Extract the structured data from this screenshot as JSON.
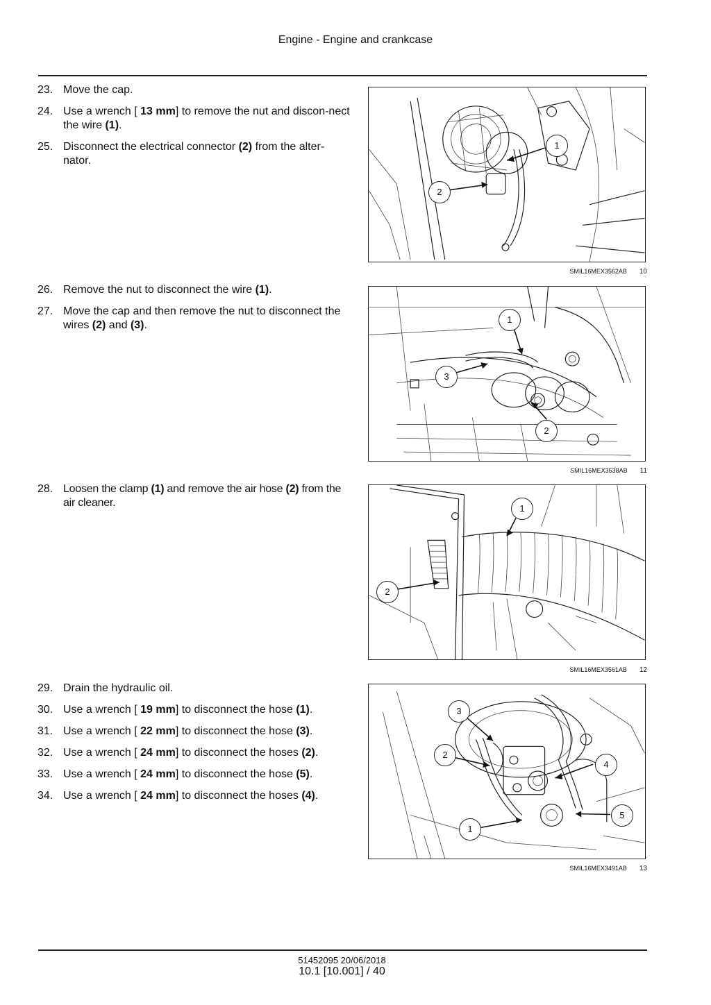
{
  "header": {
    "title": "Engine - Engine and crankcase"
  },
  "sections": [
    {
      "steps": [
        {
          "num": "23.",
          "parts": [
            {
              "t": "Move the cap."
            }
          ]
        },
        {
          "num": "24.",
          "parts": [
            {
              "t": "Use a wrench [ "
            },
            {
              "t": "13 mm",
              "b": true
            },
            {
              "t": "] to remove the nut and discon-­nect the wire "
            },
            {
              "t": "(1)",
              "b": true
            },
            {
              "t": "."
            }
          ]
        },
        {
          "num": "25.",
          "parts": [
            {
              "t": "Disconnect the electrical connector "
            },
            {
              "t": "(2)",
              "b": true
            },
            {
              "t": " from the alter-nator."
            }
          ]
        }
      ],
      "figure": {
        "code": "SMIL16MEX3562AB",
        "number": "10",
        "callouts": [
          "1",
          "2"
        ]
      }
    },
    {
      "steps": [
        {
          "num": "26.",
          "parts": [
            {
              "t": "Remove the nut to disconnect the wire "
            },
            {
              "t": "(1)",
              "b": true
            },
            {
              "t": "."
            }
          ]
        },
        {
          "num": "27.",
          "parts": [
            {
              "t": "Move the cap and then remove the nut to disconnect the wires "
            },
            {
              "t": "(2)",
              "b": true
            },
            {
              "t": " and "
            },
            {
              "t": "(3)",
              "b": true
            },
            {
              "t": "."
            }
          ]
        }
      ],
      "figure": {
        "code": "SMIL16MEX3538AB",
        "number": "11",
        "callouts": [
          "1",
          "2",
          "3"
        ]
      }
    },
    {
      "steps": [
        {
          "num": "28.",
          "parts": [
            {
              "t": "Loosen the clamp "
            },
            {
              "t": "(1)",
              "b": true
            },
            {
              "t": " and remove the air hose "
            },
            {
              "t": "(2)",
              "b": true
            },
            {
              "t": " from the air cleaner."
            }
          ]
        }
      ],
      "figure": {
        "code": "SMIL16MEX3561AB",
        "number": "12",
        "callouts": [
          "1",
          "2"
        ]
      }
    },
    {
      "steps": [
        {
          "num": "29.",
          "parts": [
            {
              "t": "Drain the hydraulic oil."
            }
          ]
        },
        {
          "num": "30.",
          "parts": [
            {
              "t": "Use a wrench [ "
            },
            {
              "t": "19 mm",
              "b": true
            },
            {
              "t": "] to disconnect the hose "
            },
            {
              "t": "(1)",
              "b": true
            },
            {
              "t": "."
            }
          ]
        },
        {
          "num": "31.",
          "parts": [
            {
              "t": "Use a wrench [ "
            },
            {
              "t": "22 mm",
              "b": true
            },
            {
              "t": "] to disconnect the hose "
            },
            {
              "t": "(3)",
              "b": true
            },
            {
              "t": "."
            }
          ]
        },
        {
          "num": "32.",
          "parts": [
            {
              "t": "Use a wrench [ "
            },
            {
              "t": "24 mm",
              "b": true
            },
            {
              "t": "] to disconnect the hoses "
            },
            {
              "t": "(2)",
              "b": true
            },
            {
              "t": "."
            }
          ]
        },
        {
          "num": "33.",
          "parts": [
            {
              "t": "Use a wrench [ "
            },
            {
              "t": "24 mm",
              "b": true
            },
            {
              "t": "] to disconnect the hose "
            },
            {
              "t": "(5)",
              "b": true
            },
            {
              "t": "."
            }
          ]
        },
        {
          "num": "34.",
          "parts": [
            {
              "t": "Use a wrench [ "
            },
            {
              "t": "24 mm",
              "b": true
            },
            {
              "t": "] to disconnect the hoses "
            },
            {
              "t": "(4)",
              "b": true
            },
            {
              "t": "."
            }
          ]
        }
      ],
      "figure": {
        "code": "SMIL16MEX3491AB",
        "number": "13",
        "callouts": [
          "1",
          "2",
          "3",
          "4",
          "5"
        ]
      }
    }
  ],
  "footer": {
    "doc": "51452095 20/06/2018",
    "page": "10.1 [10.001] / 40"
  }
}
